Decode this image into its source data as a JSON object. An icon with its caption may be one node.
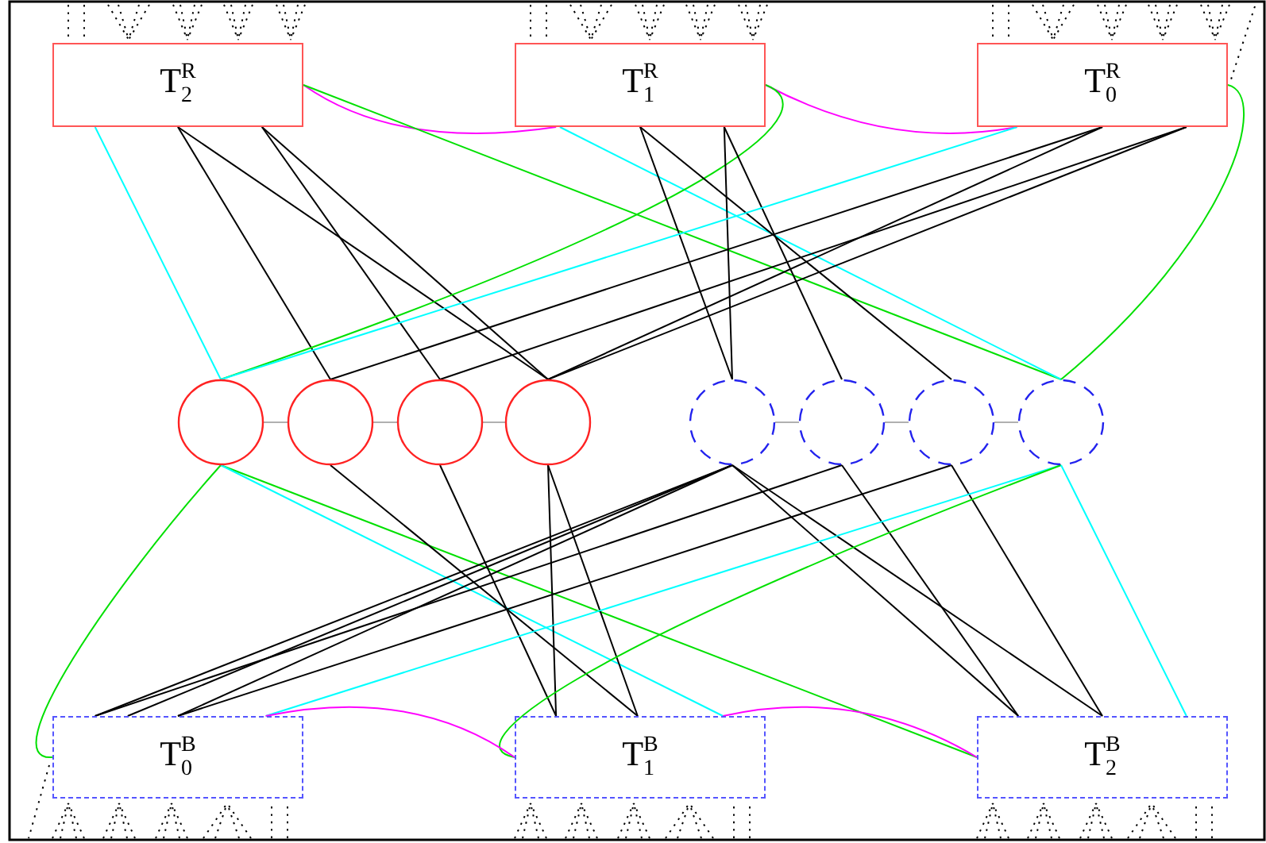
{
  "diagram": {
    "nodes": [
      {
        "text": [
          "T$_{2}$$^{R}$"
        ]
      },
      {
        "text": [
          "T$_{1}$$^{R}$"
        ]
      },
      {
        "text": [
          "T$_{0}$$^{R}$"
        ]
      },
      {
        "text": [],
        "shape": "circle"
      },
      {
        "text": [],
        "shape": "circle"
      },
      {
        "text": [],
        "shape": "circle"
      },
      {
        "text": [],
        "shape": "circle"
      },
      {
        "text": [],
        "shape": "circle"
      },
      {
        "text": [],
        "shape": "circle"
      },
      {
        "text": [],
        "shape": "circle"
      },
      {
        "text": [],
        "shape": "circle"
      },
      {
        "text": [
          "T$_{0}$$^{B}$"
        ]
      },
      {
        "text": [
          "T$_{1}$$^{B}$"
        ]
      },
      {
        "text": [
          "T$_{2}$$^{B}$"
        ]
      }
    ],
    "edges": [
      {
        "from": 0,
        "to": 3,
        "arrow": "none",
        "color": "#00ffff"
      },
      {
        "from": 0,
        "to": 4,
        "arrow": "none"
      },
      {
        "from": 0,
        "to": 6,
        "arrow": "none"
      },
      {
        "from": 0,
        "to": 5,
        "arrow": "none"
      },
      {
        "from": 0,
        "to": 6,
        "arrow": "none"
      },
      {
        "from": 0,
        "to": 1,
        "arrow": "none",
        "color": "#ff00ff"
      },
      {
        "from": 0,
        "to": 10,
        "arrow": "none",
        "color": "#00e000"
      },
      {
        "from": 1,
        "to": 10,
        "arrow": "none",
        "color": "#00ffff"
      },
      {
        "from": 1,
        "to": 2,
        "arrow": "none",
        "color": "#ff00ff"
      },
      {
        "from": 1,
        "to": 3,
        "arrow": "none",
        "color": "#00e000"
      },
      {
        "from": 1,
        "to": 7,
        "arrow": "none"
      },
      {
        "from": 1,
        "to": 9,
        "arrow": "none"
      },
      {
        "from": 1,
        "to": 7,
        "arrow": "none"
      },
      {
        "from": 1,
        "to": 8,
        "arrow": "none"
      },
      {
        "from": 2,
        "to": 3,
        "arrow": "none",
        "color": "#00ffff"
      },
      {
        "from": 2,
        "to": 4,
        "arrow": "none"
      },
      {
        "from": 2,
        "to": 6,
        "arrow": "none"
      },
      {
        "from": 2,
        "to": 5,
        "arrow": "none"
      },
      {
        "from": 2,
        "to": 6,
        "arrow": "none"
      },
      {
        "from": 2,
        "to": 10,
        "arrow": "none",
        "color": "#00e000"
      },
      {
        "from": 3,
        "to": 4,
        "arrow": "none",
        "color": "#b0b0b0"
      },
      {
        "from": 4,
        "to": 5,
        "arrow": "none",
        "color": "#b0b0b0"
      },
      {
        "from": 5,
        "to": 6,
        "arrow": "none",
        "color": "#b0b0b0"
      },
      {
        "from": 7,
        "to": 8,
        "arrow": "none",
        "color": "#b0b0b0"
      },
      {
        "from": 8,
        "to": 9,
        "arrow": "none",
        "color": "#b0b0b0"
      },
      {
        "from": 9,
        "to": 10,
        "arrow": "none",
        "color": "#b0b0b0"
      },
      {
        "from": 3,
        "to": 11,
        "arrow": "none",
        "color": "#00e000"
      },
      {
        "from": 3,
        "to": 13,
        "arrow": "none",
        "color": "#00e000"
      },
      {
        "from": 3,
        "to": 12,
        "arrow": "none",
        "color": "#00ffff"
      },
      {
        "from": 4,
        "to": 12,
        "arrow": "none"
      },
      {
        "from": 5,
        "to": 12,
        "arrow": "none"
      },
      {
        "from": 6,
        "to": 12,
        "arrow": "none"
      },
      {
        "from": 6,
        "to": 12,
        "arrow": "none"
      },
      {
        "from": 7,
        "to": 11,
        "arrow": "none"
      },
      {
        "from": 7,
        "to": 11,
        "arrow": "none"
      },
      {
        "from": 7,
        "to": 11,
        "arrow": "none"
      },
      {
        "from": 8,
        "to": 11,
        "arrow": "none"
      },
      {
        "from": 9,
        "to": 11,
        "arrow": "none"
      },
      {
        "from": 7,
        "to": 13,
        "arrow": "none"
      },
      {
        "from": 7,
        "to": 13,
        "arrow": "none"
      },
      {
        "from": 8,
        "to": 13,
        "arrow": "none"
      },
      {
        "from": 9,
        "to": 13,
        "arrow": "none"
      },
      {
        "from": 10,
        "to": 11,
        "arrow": "none",
        "color": "#00ffff"
      },
      {
        "from": 10,
        "to": 12,
        "arrow": "none",
        "color": "#00e000"
      },
      {
        "from": 10,
        "to": 13,
        "arrow": "none",
        "color": "#00ffff"
      },
      {
        "from": 11,
        "to": 12,
        "arrow": "none",
        "color": "#ff00ff"
      },
      {
        "from": 12,
        "to": 13,
        "arrow": "none",
        "color": "#ff00ff"
      }
    ]
  }
}
